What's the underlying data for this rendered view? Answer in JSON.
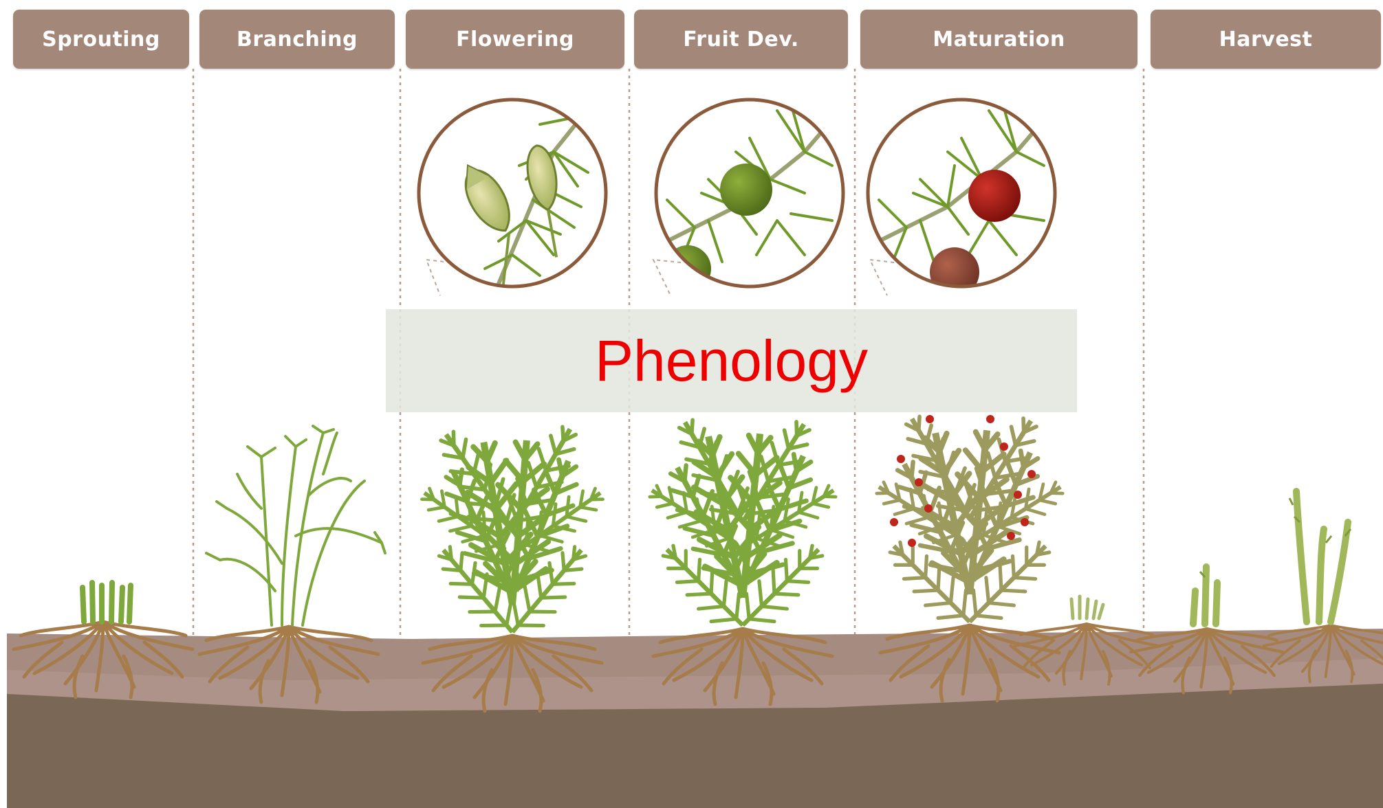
{
  "stages": [
    {
      "label": "Sprouting"
    },
    {
      "label": "Branching"
    },
    {
      "label": "Flowering"
    },
    {
      "label": "Fruit Dev."
    },
    {
      "label": "Maturation"
    },
    {
      "label": "Harvest"
    }
  ],
  "banner": {
    "text": "Phenology"
  },
  "colors": {
    "tab": "#a38779",
    "tab_text": "#ffffff",
    "soil_top": "#a58b80",
    "soil_deep": "#7b6755",
    "roots": "#a67c4a",
    "foliage": "#7fa83c",
    "foliage_dark": "#5d8a2a",
    "fern_mature": "#9a9a5a",
    "berry_green": "#6b8a2a",
    "berry_red": "#a81c14",
    "berry_dark": "#8a4a3a",
    "circle_border": "#8b5a3a",
    "banner_text": "#ee0000"
  },
  "icons": {
    "zoom_flowering": "flower-buds-icon",
    "zoom_fruit": "green-berry-icon",
    "zoom_maturation": "red-berry-icon"
  }
}
